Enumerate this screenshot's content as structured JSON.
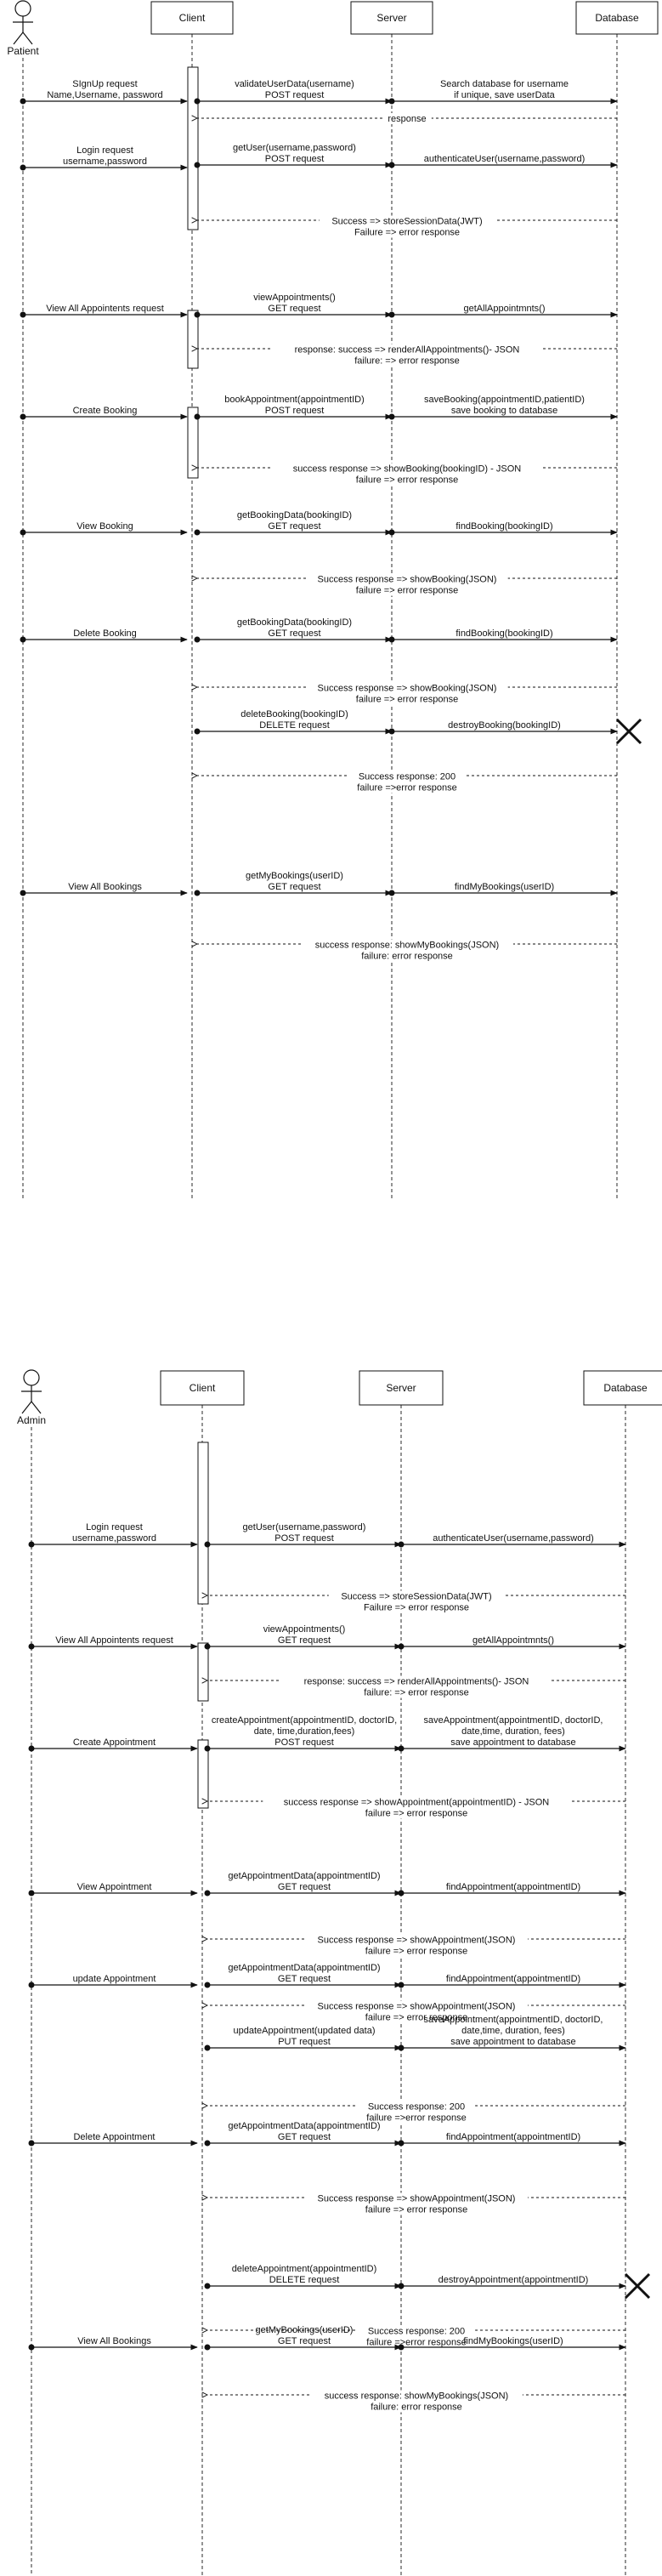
{
  "diagrams": [
    {
      "actor": "Patient",
      "participants": [
        "Client",
        "Server",
        "Database"
      ],
      "messages": [
        {
          "kind": "call",
          "from": "actor",
          "to": "client",
          "lines": [
            "SIgnUp request",
            "Name,Username, password"
          ]
        },
        {
          "kind": "call",
          "from": "client",
          "to": "server",
          "lines": [
            "validateUserData(username)",
            "POST request"
          ]
        },
        {
          "kind": "call",
          "from": "server",
          "to": "db",
          "lines": [
            "Search database for username",
            "if unique, save userData"
          ]
        },
        {
          "kind": "reply",
          "from": "db",
          "to": "client",
          "lines": [
            "response"
          ]
        },
        {
          "kind": "call",
          "from": "actor",
          "to": "client",
          "lines": [
            "Login request",
            "username,password"
          ]
        },
        {
          "kind": "call",
          "from": "client",
          "to": "server",
          "lines": [
            "getUser(username,password)",
            "POST request"
          ]
        },
        {
          "kind": "call",
          "from": "server",
          "to": "db",
          "lines": [
            "authenticateUser(username,password)"
          ]
        },
        {
          "kind": "reply",
          "from": "db",
          "to": "client",
          "lines": [
            "Success => storeSessionData(JWT)",
            "Failure => error response"
          ]
        },
        {
          "kind": "call",
          "from": "actor",
          "to": "client",
          "lines": [
            "View All Appointents request"
          ]
        },
        {
          "kind": "call",
          "from": "client",
          "to": "server",
          "lines": [
            "viewAppointments()",
            "GET request"
          ]
        },
        {
          "kind": "call",
          "from": "server",
          "to": "db",
          "lines": [
            "getAllAppointmnts()"
          ]
        },
        {
          "kind": "reply",
          "from": "db",
          "to": "client",
          "lines": [
            "response: success => renderAllAppointments()- JSON",
            "failure: => error response"
          ]
        },
        {
          "kind": "call",
          "from": "actor",
          "to": "client",
          "lines": [
            "Create Booking"
          ]
        },
        {
          "kind": "call",
          "from": "client",
          "to": "server",
          "lines": [
            "bookAppointment(appointmentID)",
            "POST request"
          ]
        },
        {
          "kind": "call",
          "from": "server",
          "to": "db",
          "lines": [
            "saveBooking(appointmentID,patientID)",
            "save booking to database"
          ]
        },
        {
          "kind": "reply",
          "from": "db",
          "to": "client",
          "lines": [
            "success response =>  showBooking(bookingID) - JSON",
            "failure => error response"
          ]
        },
        {
          "kind": "call",
          "from": "actor",
          "to": "client",
          "lines": [
            "View Booking"
          ]
        },
        {
          "kind": "call",
          "from": "client",
          "to": "server",
          "lines": [
            "getBookingData(bookingID)",
            "GET request"
          ]
        },
        {
          "kind": "call",
          "from": "server",
          "to": "db",
          "lines": [
            "findBooking(bookingID)"
          ]
        },
        {
          "kind": "reply",
          "from": "db",
          "to": "client",
          "lines": [
            "Success response => showBooking(JSON)",
            "failure => error response"
          ]
        },
        {
          "kind": "call",
          "from": "actor",
          "to": "client",
          "lines": [
            "Delete Booking"
          ]
        },
        {
          "kind": "call",
          "from": "client",
          "to": "server",
          "lines": [
            "getBookingData(bookingID)",
            "GET request"
          ]
        },
        {
          "kind": "call",
          "from": "server",
          "to": "db",
          "lines": [
            "findBooking(bookingID)"
          ]
        },
        {
          "kind": "reply",
          "from": "db",
          "to": "client",
          "lines": [
            "Success response => showBooking(JSON)",
            "failure => error response"
          ]
        },
        {
          "kind": "call",
          "from": "client",
          "to": "server",
          "lines": [
            "deleteBooking(bookingID)",
            "DELETE request"
          ]
        },
        {
          "kind": "call",
          "from": "server",
          "to": "db",
          "lines": [
            "destroyBooking(bookingID)"
          ],
          "destroy": true
        },
        {
          "kind": "reply",
          "from": "db",
          "to": "client",
          "lines": [
            "Success response: 200",
            "failure =>error response"
          ]
        },
        {
          "kind": "call",
          "from": "actor",
          "to": "client",
          "lines": [
            "View All Bookings"
          ]
        },
        {
          "kind": "call",
          "from": "client",
          "to": "server",
          "lines": [
            "getMyBookings(userID)",
            "GET request"
          ]
        },
        {
          "kind": "call",
          "from": "server",
          "to": "db",
          "lines": [
            "findMyBookings(userID)"
          ]
        },
        {
          "kind": "reply",
          "from": "db",
          "to": "client",
          "lines": [
            "success response:  showMyBookings(JSON)",
            "failure: error response"
          ]
        }
      ]
    },
    {
      "actor": "Admin",
      "participants": [
        "Client",
        "Server",
        "Database"
      ],
      "messages": [
        {
          "kind": "call",
          "from": "actor",
          "to": "client",
          "lines": [
            "Login request",
            "username,password"
          ]
        },
        {
          "kind": "call",
          "from": "client",
          "to": "server",
          "lines": [
            "getUser(username,password)",
            "POST request"
          ]
        },
        {
          "kind": "call",
          "from": "server",
          "to": "db",
          "lines": [
            "authenticateUser(username,password)"
          ]
        },
        {
          "kind": "reply",
          "from": "db",
          "to": "client",
          "lines": [
            "Success => storeSessionData(JWT)",
            "Failure =>  error response"
          ]
        },
        {
          "kind": "call",
          "from": "actor",
          "to": "client",
          "lines": [
            "View All Appointents request"
          ]
        },
        {
          "kind": "call",
          "from": "client",
          "to": "server",
          "lines": [
            "viewAppointments()",
            "GET request"
          ]
        },
        {
          "kind": "call",
          "from": "server",
          "to": "db",
          "lines": [
            "getAllAppointmnts()"
          ]
        },
        {
          "kind": "reply",
          "from": "db",
          "to": "client",
          "lines": [
            "response: success => renderAllAppointments()- JSON",
            "failure: => error response"
          ]
        },
        {
          "kind": "call",
          "from": "actor",
          "to": "client",
          "lines": [
            "Create Appointment"
          ]
        },
        {
          "kind": "call",
          "from": "client",
          "to": "server",
          "lines": [
            "createAppointment(appointmentID, doctorID,",
            "date, time,duration,fees)",
            "POST request"
          ]
        },
        {
          "kind": "call",
          "from": "server",
          "to": "db",
          "lines": [
            "saveAppointment(appointmentID, doctorID,",
            "date,time, duration, fees)",
            "save appointment to database"
          ]
        },
        {
          "kind": "reply",
          "from": "db",
          "to": "client",
          "lines": [
            "success response => showAppointment(appointmentID) - JSON",
            "failure => error response"
          ]
        },
        {
          "kind": "call",
          "from": "actor",
          "to": "client",
          "lines": [
            "View Appointment"
          ]
        },
        {
          "kind": "call",
          "from": "client",
          "to": "server",
          "lines": [
            "getAppointmentData(appointmentID)",
            "GET request"
          ]
        },
        {
          "kind": "call",
          "from": "server",
          "to": "db",
          "lines": [
            "findAppointment(appointmentID)"
          ]
        },
        {
          "kind": "reply",
          "from": "db",
          "to": "client",
          "lines": [
            "Success response => showAppointment(JSON)",
            "failure => error response"
          ]
        },
        {
          "kind": "call",
          "from": "actor",
          "to": "client",
          "lines": [
            "update Appointment"
          ]
        },
        {
          "kind": "call",
          "from": "client",
          "to": "server",
          "lines": [
            "getAppointmentData(appointmentID)",
            "GET request"
          ]
        },
        {
          "kind": "call",
          "from": "server",
          "to": "db",
          "lines": [
            "findAppointment(appointmentID)"
          ]
        },
        {
          "kind": "reply",
          "from": "db",
          "to": "client",
          "lines": [
            "Success response => showAppointment(JSON)",
            "failure => error response"
          ]
        },
        {
          "kind": "call",
          "from": "client",
          "to": "server",
          "lines": [
            "updateAppointment(updated data)",
            "PUT request"
          ]
        },
        {
          "kind": "call",
          "from": "server",
          "to": "db",
          "lines": [
            "saveAppointment(appointmentID, doctorID,",
            "date,time, duration, fees)",
            "save appointment to database"
          ]
        },
        {
          "kind": "reply",
          "from": "db",
          "to": "client",
          "lines": [
            "Success response: 200",
            "failure =>error response"
          ]
        },
        {
          "kind": "call",
          "from": "actor",
          "to": "client",
          "lines": [
            "Delete Appointment"
          ]
        },
        {
          "kind": "call",
          "from": "client",
          "to": "server",
          "lines": [
            "getAppointmentData(appointmentID)",
            "GET request"
          ]
        },
        {
          "kind": "call",
          "from": "server",
          "to": "db",
          "lines": [
            "findAppointment(appointmentID)"
          ]
        },
        {
          "kind": "reply",
          "from": "db",
          "to": "client",
          "lines": [
            "Success response => showAppointment(JSON)",
            "failure => error response"
          ]
        },
        {
          "kind": "call",
          "from": "client",
          "to": "server",
          "lines": [
            "deleteAppointment(appointmentID)",
            "DELETE request"
          ]
        },
        {
          "kind": "call",
          "from": "server",
          "to": "db",
          "lines": [
            "destroyAppointment(appointmentID)"
          ],
          "destroy": true
        },
        {
          "kind": "reply",
          "from": "db",
          "to": "client",
          "lines": [
            "Success response: 200",
            "failure =>error response"
          ]
        },
        {
          "kind": "call",
          "from": "actor",
          "to": "client",
          "lines": [
            "View All Bookings"
          ]
        },
        {
          "kind": "call",
          "from": "client",
          "to": "server",
          "lines": [
            "getMyBookings(userID)",
            "GET request"
          ]
        },
        {
          "kind": "call",
          "from": "server",
          "to": "db",
          "lines": [
            "findMyBookings(userID)"
          ]
        },
        {
          "kind": "reply",
          "from": "db",
          "to": "client",
          "lines": [
            "success response:  showMyBookings(JSON)",
            "failure: error response"
          ]
        }
      ]
    }
  ]
}
